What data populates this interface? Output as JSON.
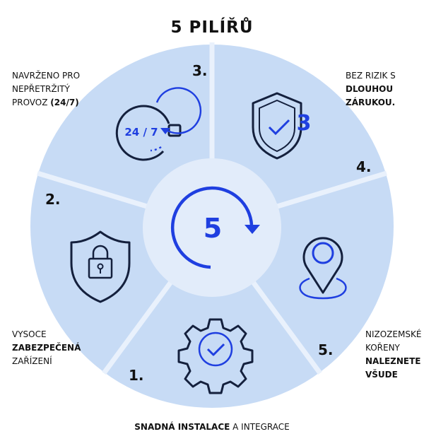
{
  "title": "5 PILÍŘŮ",
  "center": {
    "number": "5"
  },
  "pillars": {
    "p1": {
      "number": "1.",
      "icon": "gear-check-icon",
      "caption": {
        "bold": "SNADNÁ INSTALACE",
        "rest": " A INTEGRACE"
      }
    },
    "p2": {
      "number": "2.",
      "icon": "shield-lock-icon",
      "caption": {
        "line1": "VYSOCE",
        "bold": "ZABEZPEČENÁ",
        "line3": "ZAŘÍZENÍ"
      }
    },
    "p3": {
      "number": "3.",
      "icon": "clock-24-7-icon",
      "icon_text": "24 / 7",
      "caption": {
        "line1": "NAVRŽENO PRO",
        "line2": "NEPŘETRŽITÝ",
        "line3_prefix": "PROVOZ ",
        "line3_bold": "(24/7)"
      }
    },
    "p4": {
      "number": "4.",
      "icon": "shield-check-icon",
      "icon_text": "3",
      "caption": {
        "line1": "BEZ RIZIK S",
        "bold1": "DLOUHOU",
        "bold2": "ZÁRUKOU."
      }
    },
    "p5": {
      "number": "5.",
      "icon": "location-pin-icon",
      "caption": {
        "line1": "NIZOZEMSKÉ",
        "line2": "KOŘENY",
        "bold1": "NALEZNETE",
        "bold2": "VŠUDE"
      }
    }
  },
  "colors": {
    "ring": "#c7dbf5",
    "divider": "#ffffff",
    "inner": "#e2ecfa",
    "accent": "#1f3fe0",
    "icon_dark": "#14203d"
  }
}
